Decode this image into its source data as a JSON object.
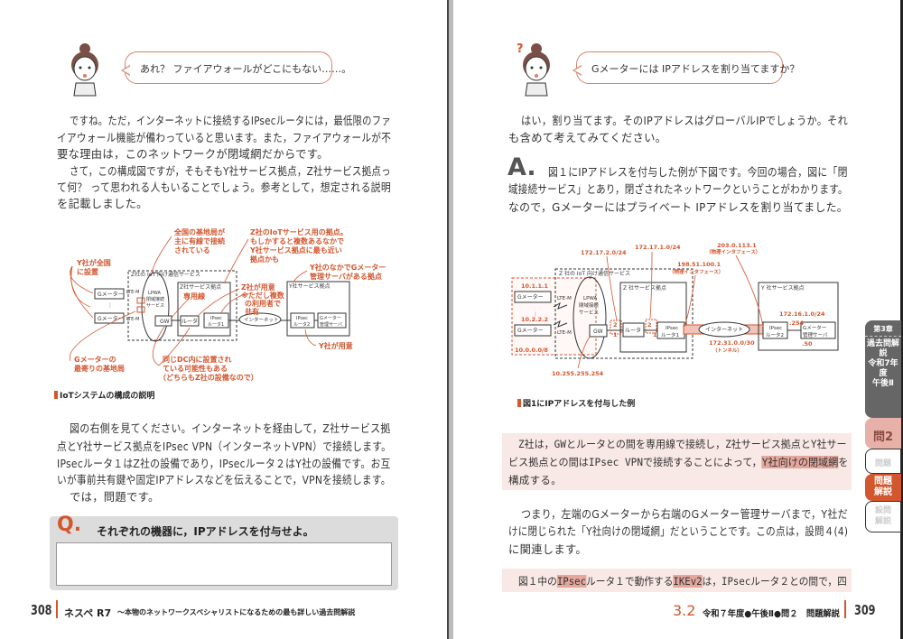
{
  "left": {
    "bubble": "あれ？ ファイアウォールがどこにもない……。",
    "para1": [
      "ですね。ただ，インターネットに接続するIPsecルータには，最低限のファ",
      "イアウォール機能が備わっていると思います。また，ファイアウォールが不",
      "要な理由は，このネットワークが閉域網だからです。",
      "さて，この構成図ですが，そもそもY社サービス拠点，Z社サービス拠点っ",
      "て何？ って思われる人もいることでしょう。参考として，想定される説明",
      "を記載しました。"
    ],
    "figure": {
      "caption": "IoTシステムの構成の説明",
      "z_service": "Z社の IoT 向け通信サービス",
      "lpwa": [
        "LPWA",
        "閉域接続",
        "サービス"
      ],
      "lte1": "LTE-M",
      "lte2": "LTE-M",
      "gmeter1": "Gメーター",
      "gmeter2": "Gメーター",
      "dots": "⋮",
      "gw": "GW",
      "z_base": "Z社サービス拠点",
      "router": "ルータ",
      "ipsec1": [
        "IPsec",
        "ルータ1"
      ],
      "internet": "インターネット",
      "y_base": "Y社サービス拠点",
      "ipsec2": [
        "IPsec",
        "ルータ2"
      ],
      "server": [
        "Gメーター",
        "管理サーバ"
      ],
      "notes": {
        "y_national": [
          "Y社が全国",
          "に設置"
        ],
        "base_station": [
          "全国の基地局が",
          "主に有線で接続",
          "されている"
        ],
        "z_iot_base": [
          "Z社のIoTサービス用の拠点。",
          "もしかすると複数あるなかで",
          "Y社サービス拠点に最も近い",
          "拠点かも"
        ],
        "y_server_base": [
          "Y社のなかでGメーター",
          "管理サーバがある拠点"
        ],
        "leased": "専用線",
        "z_prepared": [
          "Z社が用意",
          "※ただし複数",
          "の利用者で",
          "共有"
        ],
        "y_prepared": "Y社が用意",
        "nearest": [
          "Gメーターの",
          "最寄りの基地局"
        ],
        "same_dc": [
          "同じDC内に設置され",
          "ている可能性もある",
          "（どちらもZ社の設備なので）"
        ]
      }
    },
    "para2": [
      "図の右側を見てください。インターネットを経由して，Z社サービス拠",
      "点とY社サービス拠点をIPsec VPN（インターネットVPN）で接続します。",
      "IPsecルータ１はZ社の設備であり，IPsecルータ２はY社の設備です。お互",
      "いが事前共有鍵や固定IPアドレスなどを伝えることで，VPNを接続します。",
      "では，問題です。"
    ],
    "question": {
      "mark": "Q.",
      "text": "それぞれの機器に，IPアドレスを付与せよ。",
      "answer": ""
    },
    "footer": {
      "page": "308",
      "brand": "ネスペ R7",
      "subtitle": "～本物のネットワークスペシャリストになるための最も詳しい過去問解説"
    }
  },
  "right": {
    "bubble": "Gメーターには IPアドレスを割り当てますか？",
    "question_mark": "?",
    "para1": [
      "はい，割り当てます。そのIPアドレスはグローバルIPでしょうか。それ",
      "も含めて考えてみてください。"
    ],
    "answer": {
      "mark": "A.",
      "lines": [
        "図１にIPアドレスを付与した例が下図です。今回の場合，図に「閉",
        "域接続サービス」とあり，閉ざされたネットワークということがわかります。",
        "なので，Gメーターにはプライベート IPアドレスを割り当てました。"
      ]
    },
    "figure": {
      "caption": "図1にIPアドレスを付与した例",
      "z_service": "Z 社の IoT 向け通信サービス",
      "lpwa": [
        "LPWA",
        "閉域接続",
        "サービス"
      ],
      "lte1": "LTE-M",
      "lte2": "LTE-M",
      "gmeter1": "Gメーター",
      "gmeter2": "Gメーター",
      "dots": "⋮",
      "gw": "GW",
      "z_base": "Z 社サービス拠点",
      "router": "ルータ",
      "ipsec1": [
        "IPsec",
        "ルータ1"
      ],
      "internet": "インターネット",
      "y_base": "Y 社サービス拠点",
      "ipsec2": [
        "IPsec",
        "ルータ2"
      ],
      "server": [
        "Gメーター",
        "管理サーバ"
      ],
      "ips": {
        "g1": "10.1.1.1",
        "g2": "10.2.2.2",
        "lan": "10.0.0.0/8",
        "gw": "10.255.255.254",
        "seg1": "172.17.2.0/24",
        "seg2": "172.17.1.0/24",
        "r1_phys": "198.51.100.1",
        "r1_phys_note": "（物理インタフェース）",
        "r2_phys": "203.0.113.1",
        "r2_phys_note": "（物理インタフェース）",
        "tunnel": "172.31.0.0/30",
        "tunnel_note": "（トンネル）",
        "y_lan": "172.16.1.0/24",
        "y_r2": ".254",
        "y_srv": ".50",
        "host2": "2",
        "host1": "1"
      }
    },
    "quote1": {
      "lines": [
        "Z社は，GWとルータとの間を専用線で接続し，Z社サービス拠点とY社サー",
        "ビス拠点との間はIPsec VPNで接続することによって，",
        "を",
        "構成する。"
      ],
      "highlight": "Y社向けの閉域網"
    },
    "para2": [
      "つまり，左端のGメーターから右端のGメーター管理サーバまで，Y社だ",
      "けに閉じられた「Y社向けの閉域網」だということです。この点は，設問４(4)",
      "に関連します。"
    ],
    "quote2": {
      "pre": "図１中の",
      "hl1": "IPsec",
      "mid": "ルータ１で動作する",
      "hl2": "IKEv2",
      "post": "は，IPsecルータ２との間で，四"
    },
    "footer": {
      "section": "3.2",
      "title": "令和７年度●午後Ⅱ●問２　問題解説",
      "page": "309"
    },
    "tabs": {
      "chapter": "第3章",
      "chapter_title": [
        "過去問解説",
        "令和7年度",
        "午後Ⅱ"
      ],
      "q": "問2",
      "t1": "問題",
      "t2": "問題解説",
      "t3": "設問解説"
    }
  },
  "colors": {
    "accent": "#d2562e",
    "highlight_bg": "#f8e9e6",
    "highlight": "#e3a79c",
    "tab_dark": "#666666",
    "tab_pink": "#e8b1a8"
  }
}
